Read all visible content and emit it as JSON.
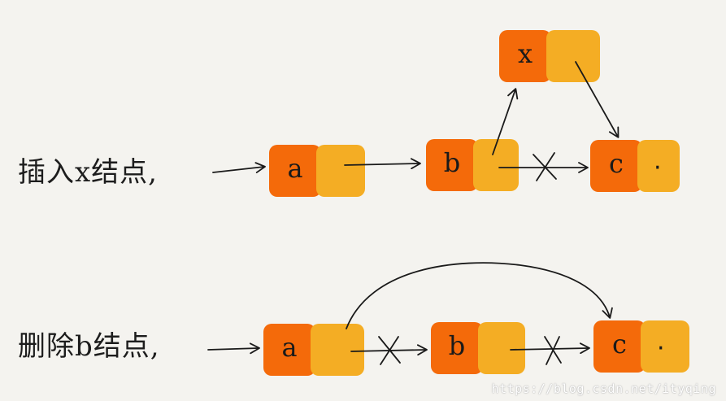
{
  "insert_section": {
    "label": "插入x结点,",
    "nodes": {
      "a": "a",
      "b": "b",
      "c": "c",
      "x": "x"
    }
  },
  "delete_section": {
    "label": "删除b结点,",
    "nodes": {
      "a": "a",
      "b": "b",
      "c": "c"
    }
  },
  "next_dot": "·",
  "watermark": "https://blog.csdn.net/ityqing",
  "colors": {
    "data_cell": "#f46a0a",
    "next_cell": "#f4ad24",
    "background": "#f4f3ef",
    "ink": "#1a1a1a"
  }
}
